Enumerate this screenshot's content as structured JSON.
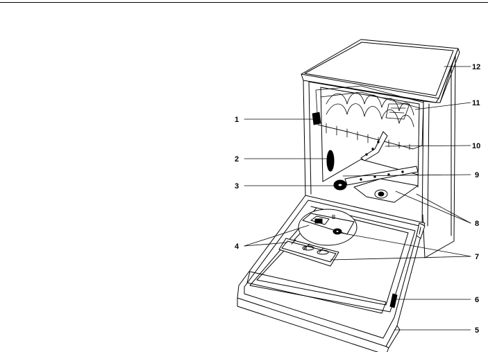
{
  "diagram": {
    "callouts": [
      {
        "id": "1"
      },
      {
        "id": "2"
      },
      {
        "id": "3"
      },
      {
        "id": "4"
      },
      {
        "id": "5"
      },
      {
        "id": "6"
      },
      {
        "id": "7"
      },
      {
        "id": "8"
      },
      {
        "id": "9"
      },
      {
        "id": "10"
      },
      {
        "id": "11"
      },
      {
        "id": "12"
      }
    ],
    "detail_labels": {
      "a": "A",
      "b": "B"
    }
  }
}
